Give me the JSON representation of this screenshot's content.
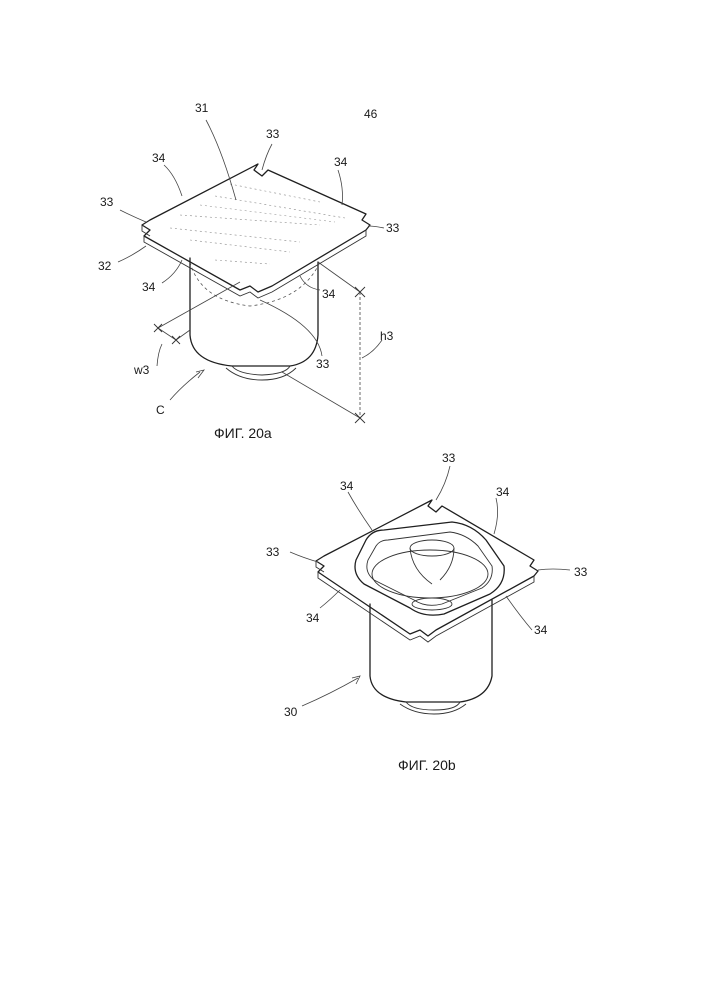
{
  "page_number": "46",
  "figure_a": {
    "caption": "ФИГ. 20a",
    "labels": {
      "lid": "31",
      "flange": "32",
      "notch_top": "33",
      "notch_left": "33",
      "notch_right": "33",
      "notch_front": "33",
      "edge_upper_left": "34",
      "edge_upper_right": "34",
      "edge_lower_left": "34",
      "edge_lower_right": "34",
      "width": "w3",
      "height": "h3",
      "container": "C"
    }
  },
  "figure_b": {
    "caption": "ФИГ. 20b",
    "labels": {
      "notch_top": "33",
      "notch_left": "33",
      "notch_right": "33",
      "edge_upper_left": "34",
      "edge_upper_right": "34",
      "edge_lower_left": "34",
      "edge_lower_right": "34",
      "container": "30"
    }
  }
}
